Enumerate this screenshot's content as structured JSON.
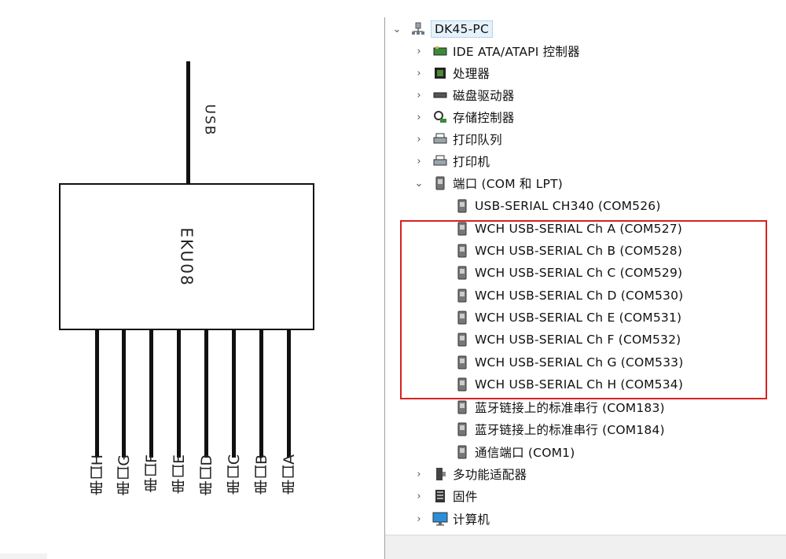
{
  "diagram": {
    "usb_label": "USB",
    "device_label": "EKU08",
    "ports": [
      "串口H",
      "串口G",
      "串口F",
      "串口E",
      "串口D",
      "串口C",
      "串口B",
      "串口A"
    ]
  },
  "device_manager": {
    "root": {
      "label": "DK45-PC",
      "icon": "computer-network-icon"
    },
    "categories": [
      {
        "label": "IDE ATA/ATAPI 控制器",
        "icon": "ide-controller-icon",
        "expanded": false
      },
      {
        "label": "处理器",
        "icon": "processor-icon",
        "expanded": false
      },
      {
        "label": "磁盘驱动器",
        "icon": "disk-drive-icon",
        "expanded": false
      },
      {
        "label": "存储控制器",
        "icon": "storage-controller-icon",
        "expanded": false
      },
      {
        "label": "打印队列",
        "icon": "printer-icon",
        "expanded": false
      },
      {
        "label": "打印机",
        "icon": "printer-icon",
        "expanded": false
      },
      {
        "label": "端口 (COM 和 LPT)",
        "icon": "port-icon",
        "expanded": true
      },
      {
        "label": "多功能适配器",
        "icon": "multifunction-adapter-icon",
        "expanded": false
      },
      {
        "label": "固件",
        "icon": "firmware-icon",
        "expanded": false
      },
      {
        "label": "计算机",
        "icon": "monitor-icon",
        "expanded": false
      }
    ],
    "ports": [
      "USB-SERIAL CH340 (COM526)",
      "WCH USB-SERIAL Ch A (COM527)",
      "WCH USB-SERIAL Ch B (COM528)",
      "WCH USB-SERIAL Ch C (COM529)",
      "WCH USB-SERIAL Ch D (COM530)",
      "WCH USB-SERIAL Ch E (COM531)",
      "WCH USB-SERIAL Ch F (COM532)",
      "WCH USB-SERIAL Ch G (COM533)",
      "WCH USB-SERIAL Ch H (COM534)",
      "蓝牙链接上的标准串行 (COM183)",
      "蓝牙链接上的标准串行 (COM184)",
      "通信端口 (COM1)"
    ],
    "highlight_color": "#d9201f"
  }
}
